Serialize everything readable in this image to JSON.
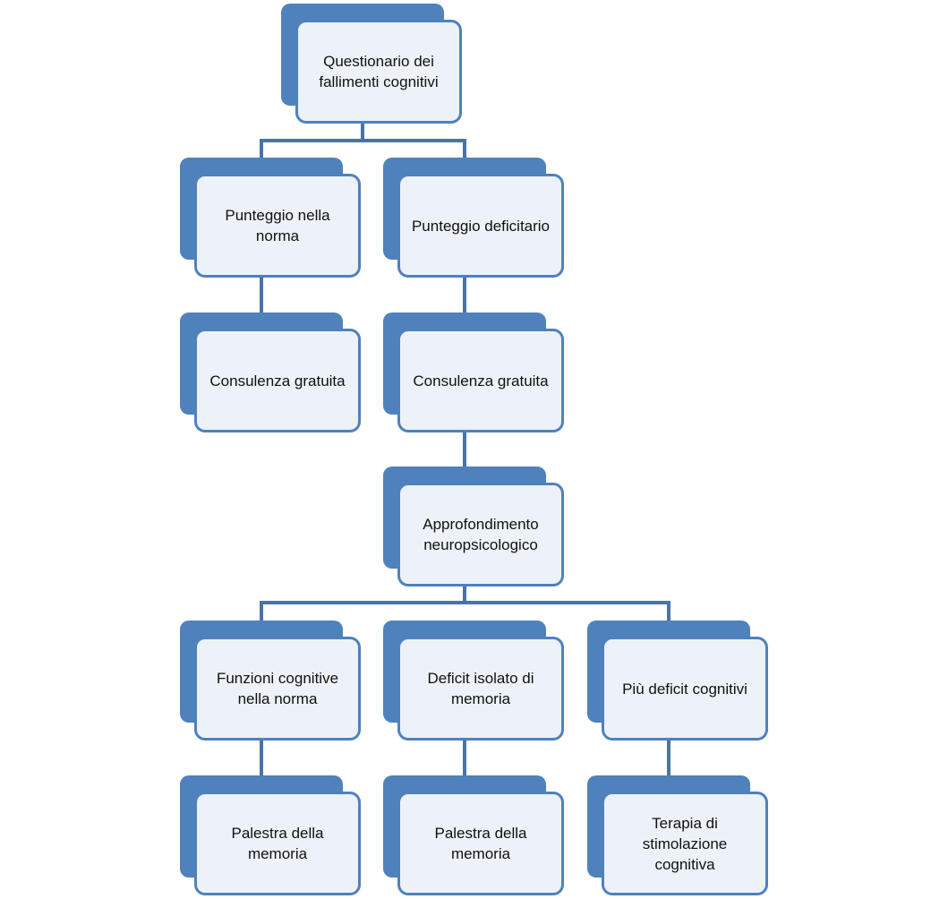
{
  "colors": {
    "node_fill": "#4f81bd",
    "node_face": "#edf2f9",
    "node_border": "#4f81bd",
    "connector": "#4a73a8"
  },
  "nodes": [
    {
      "id": "root",
      "label": "Questionario dei fallimenti cognitivi"
    },
    {
      "id": "norma",
      "label": "Punteggio nella norma"
    },
    {
      "id": "deficitario",
      "label": "Punteggio deficitario"
    },
    {
      "id": "consulenza1",
      "label": "Consulenza gratuita"
    },
    {
      "id": "consulenza2",
      "label": "Consulenza gratuita"
    },
    {
      "id": "approfondimento",
      "label": "Approfondimento neuropsicologico"
    },
    {
      "id": "funzioni",
      "label": "Funzioni cognitive nella norma"
    },
    {
      "id": "isolato",
      "label": "Deficit isolato di memoria"
    },
    {
      "id": "piu",
      "label": "Più deficit cognitivi"
    },
    {
      "id": "palestra1",
      "label": "Palestra della memoria"
    },
    {
      "id": "palestra2",
      "label": "Palestra della memoria"
    },
    {
      "id": "terapia",
      "label": "Terapia di stimolazione cognitiva"
    }
  ],
  "edges": [
    [
      "root",
      "norma"
    ],
    [
      "root",
      "deficitario"
    ],
    [
      "norma",
      "consulenza1"
    ],
    [
      "deficitario",
      "consulenza2"
    ],
    [
      "consulenza2",
      "approfondimento"
    ],
    [
      "approfondimento",
      "funzioni"
    ],
    [
      "approfondimento",
      "isolato"
    ],
    [
      "approfondimento",
      "piu"
    ],
    [
      "funzioni",
      "palestra1"
    ],
    [
      "isolato",
      "palestra2"
    ],
    [
      "piu",
      "terapia"
    ]
  ]
}
